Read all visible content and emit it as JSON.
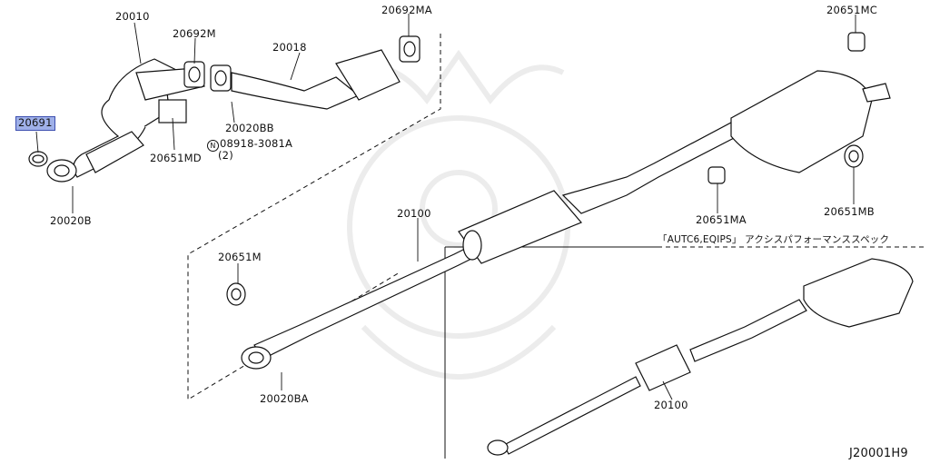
{
  "labels": {
    "p20010": "20010",
    "p20692M": "20692M",
    "p20692MA": "20692MA",
    "p20018": "20018",
    "p20651MC": "20651MC",
    "p20691": "20691",
    "p20020BB": "20020BB",
    "p08918_3081A": "08918-3081A",
    "p08918_qty": "(2)",
    "p08918_prefix": "N",
    "p20651MD": "20651MD",
    "p20020B": "20020B",
    "p20100_upper": "20100",
    "p20651M": "20651M",
    "p20651MA": "20651MA",
    "p20651MB": "20651MB",
    "p20020BA": "20020BA",
    "p20100_lower": "20100",
    "variant_note": "「AUTC6,EQIPS」 アクシスパフォーマンススペック",
    "diagram_code": "J20001H9"
  },
  "highlighted_part": "20691",
  "colors": {
    "highlight_fill": "#9fb0e8",
    "highlight_border": "#3d4fb0",
    "line": "#111111",
    "watermark": "#ececec"
  }
}
